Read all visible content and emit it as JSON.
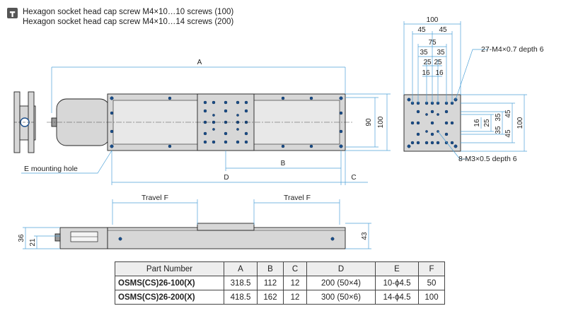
{
  "notes": {
    "line1": "Hexagon socket head cap screw M4×10…10 screws (100)",
    "line2": "Hexagon socket head cap screw M4×10…14 screws (200)"
  },
  "dims": {
    "A": "A",
    "B": "B",
    "C": "C",
    "D": "D",
    "d90": "90",
    "d100_side": "100",
    "travel_f1": "Travel F",
    "travel_f2": "Travel F",
    "d36": "36",
    "d21": "21",
    "d43": "43",
    "end_100": "100",
    "end_45a": "45",
    "end_45b": "45",
    "end_75": "75",
    "end_35a": "35",
    "end_35b": "35",
    "end_25a": "25",
    "end_25b": "25",
    "end_16a": "16",
    "end_16b": "16",
    "end_v16": "16",
    "end_v25": "25",
    "end_v35": "35",
    "end_v45": "45",
    "end_v35b": "35",
    "end_v45b": "45",
    "end_v100": "100"
  },
  "callouts": {
    "mounting_hole": "E mounting hole",
    "tap_m4": "27-M4×0.7 depth 6",
    "tap_m3": "8-M3×0.5 depth 6"
  },
  "table": {
    "headers": [
      "Part Number",
      "A",
      "B",
      "C",
      "D",
      "E",
      "F"
    ],
    "rows": [
      [
        "OSMS(CS)26-100(X)",
        "318.5",
        "112",
        "12",
        "200 (50×4)",
        "10-ϕ4.5",
        "50"
      ],
      [
        "OSMS(CS)26-200(X)",
        "418.5",
        "162",
        "12",
        "300 (50×6)",
        "14-ϕ4.5",
        "100"
      ]
    ]
  }
}
